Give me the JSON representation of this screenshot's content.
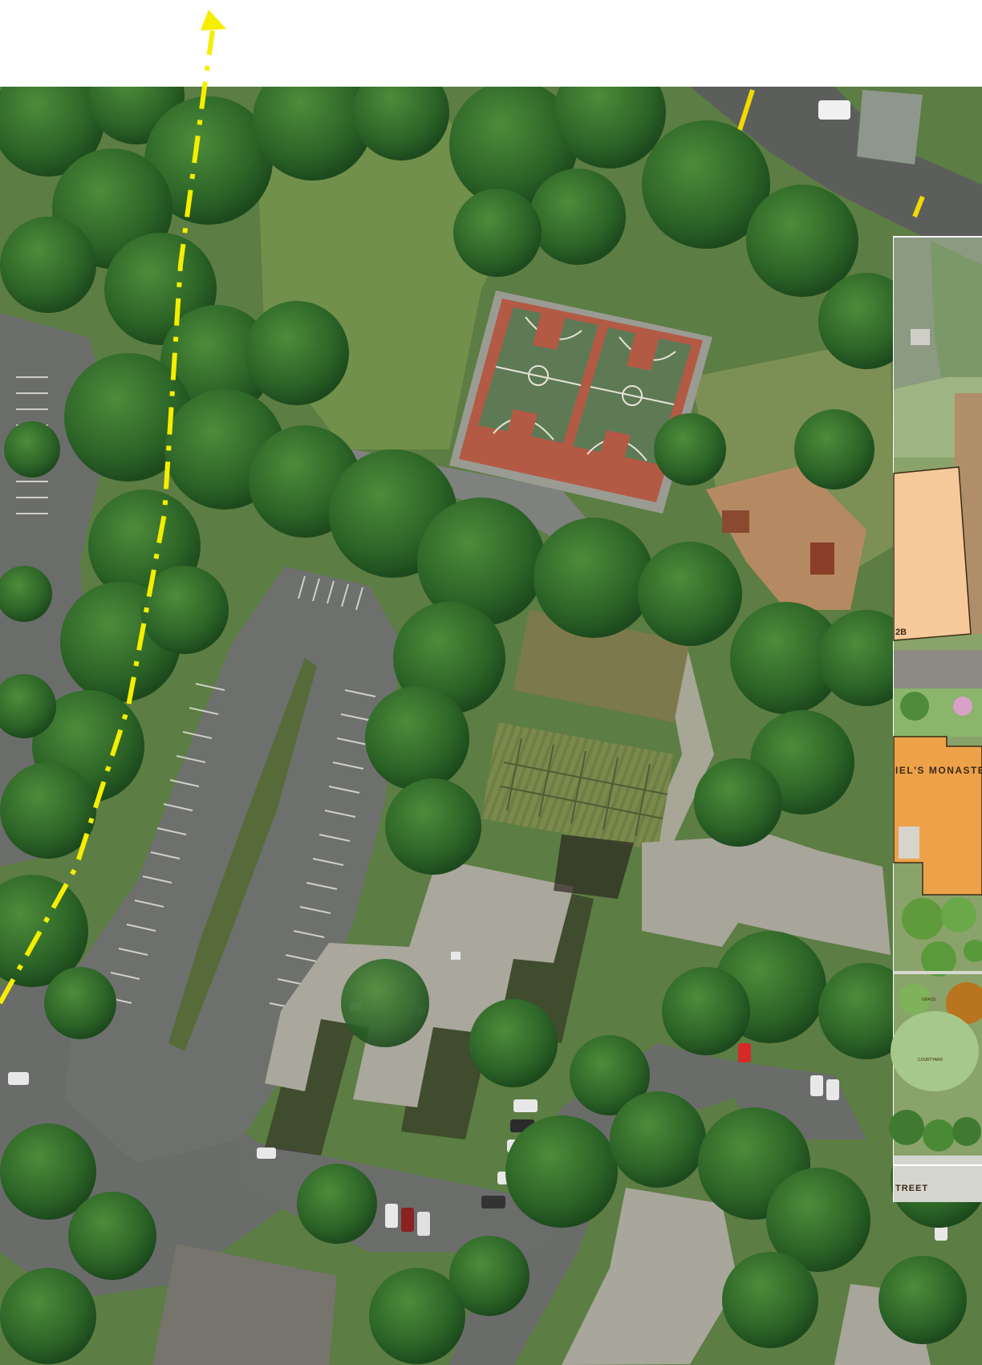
{
  "map": {
    "site_plan": {
      "building_label_1": "2B",
      "building_label_2": "IEL'S MONASTER",
      "small_label_1": "GRASS",
      "small_label_2": "COURTYARD",
      "street_label": "TREET"
    },
    "colors": {
      "route_arrow": "#f5ee00",
      "grass": "#6f8f4a",
      "tree": "#2e6b2a",
      "asphalt": "#6b6d6b",
      "court": "#5d7a55",
      "court_lines": "#b35a45",
      "roof": "#a9a69a",
      "plan_building_light": "#f6c99a",
      "plan_building_orange": "#eda24a"
    }
  }
}
